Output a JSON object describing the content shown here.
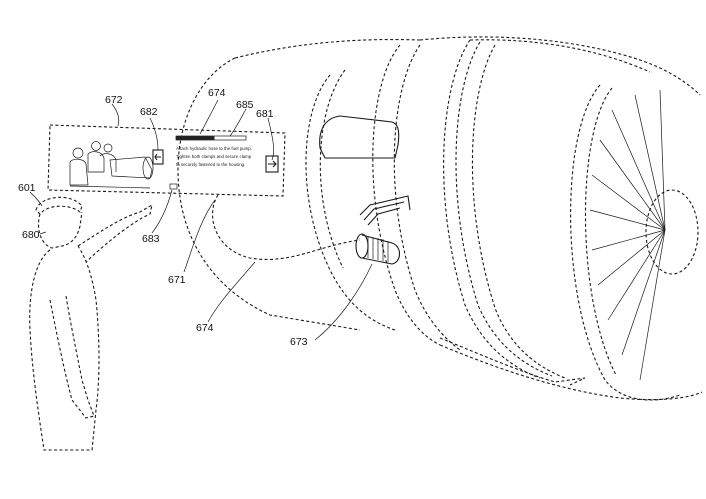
{
  "figure": {
    "reference_labels": {
      "user_id": "601",
      "user": "680",
      "virtual_panel": "672",
      "path_upper": "674",
      "arrow_left": "682",
      "progress_bar": "685",
      "arrow_right": "681",
      "panel_icon": "683",
      "engine_housing": "671",
      "path_lower": "674",
      "target_part": "673"
    },
    "panel": {
      "instruction_line_1": "Attach hydraulic hose to the fuel pump.",
      "instruction_line_2": "Tighten both clamps and secure clamp",
      "instruction_line_3": "to securely fastened to the housing.",
      "progress_fraction": 0.55
    }
  }
}
